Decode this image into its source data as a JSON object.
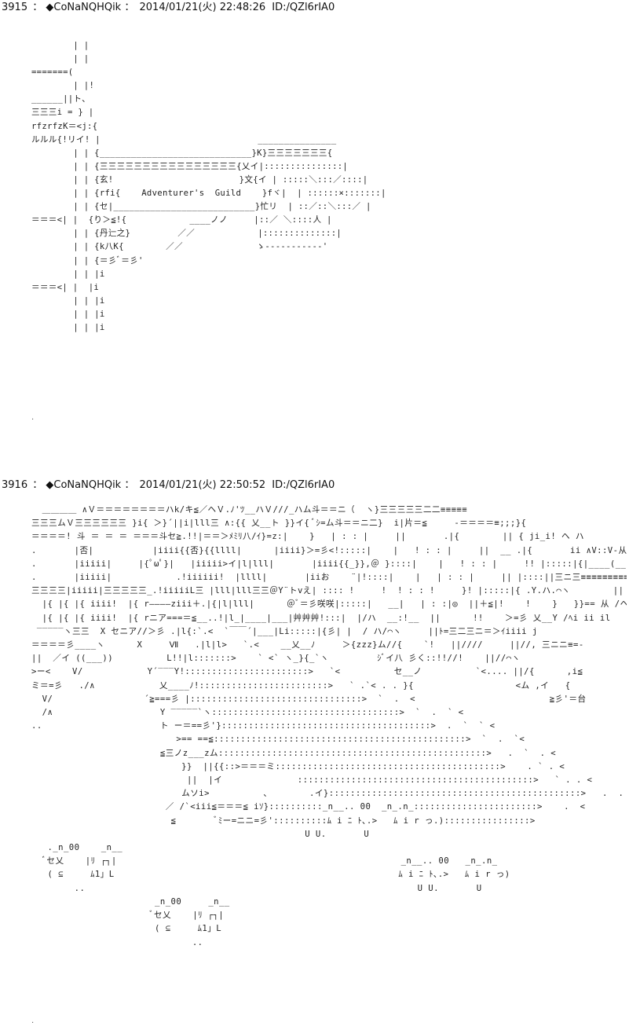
{
  "posts": [
    {
      "number": "3915",
      "separator": "：",
      "name": "◆CoNaNQHQik",
      "datetime": "2014/01/21(火) 22:48:26",
      "id": "ID:/QZl6rIA0",
      "art": "        | |\n        | |\n=======(\n        | |!\n______||ト、\n三三三i = } |\nrfzrfzK＝<j:{\nルルル{!リイ! |                              _______________\n        | | {_____________________________}K}三三三三三三三{\n        | | {三三三三三三三三三三三三三三三三{乂イ|:::::::::::::::|\n        | | {玄!                        }文{イ | :::::＼:::／::::|\n        | | {rfi{    Adventurer's  Guild    }fヾ|  | ::::::×:::::::|\n        | | {セ|___________________________}忙リ  | ::／::＼:::／ |\n＝＝＝<| |  {り＞≦!{            ____ノノ     |::／ ＼::::人 |\n        | | {丹辷之}         ／／            |::::::::::::::|\n        | | {k八K{        ／／              ゝ-----------'\n        | | {＝彡ﾞ＝彡'\n        | | |i\n＝＝＝<| |  |i\n        | | |i\n        | | |i\n        | | |i"
    },
    {
      "number": "3916",
      "separator": "：",
      "name": "◆CoNaNQHQik",
      "datetime": "2014/01/21(火) 22:50:52",
      "id": "ID:/QZl6rIA0",
      "art": "  ＿＿＿＿ ∧Ｖ＝＝＝＝＝＝＝＝ハk/キ≦／ヘＶ.ﾉ'ﾂ__ハＶ///_ハム斗＝＝ニ（  ヽ}三三三三三二二≡≡≡≡≡\n三三三ムＶ三三三三三三 }i{ ＞}´||i|lll三 ∧:{{ 乂__ト }}イ{ ﾞｼ=ム斗＝＝ニ二}  i|片＝≦     -＝＝＝＝≡;;;}{\n＝＝＝＝! 斗 ＝ ＝ ＝ ＝＝＝斗セ≧.!!|＝＝＞ﾒﾐﾘ八/ｲ}=z:|    }   | : : |     ||       .|{        || { ji_i! ヘ ハ\n.       |否|           |iiii{{否}{{llll|      |iiii}＞=彡<!:::::|    |   ! : : |     ||  __ .|{       ii ∧V::V-从 } {::::|\n.       |iiiii|     |{ﾟωﾟ}|   |iiiii>イ|l|lll|       |iiii{{_}},＠ }::::|    |   ! : : |     !! |:::::|{|____(__)::::} |:::|(__)_j\n.       |iiiii|            .!iiiiii!  |llll|       |iiお    ¨|!::::|    |   | : : |     || |::::||三ニ三≡≡≡≡≡≡≡≡≡\n三三三三|iiiii|三三三三三_.!iiiiiL三 |lll|lll三三＠Y¨トvえ| :::: !     !  ! : : !     }! |:::::|{ .Y.ハ.⌒ヽ        ||\n  |{ |{ |{ iiii!  |{ r――――ziii＋.|{|l|lll|      ＠ﾞ＝彡咲咲|:::::|   __|   | : :|◎  ||＋≦|!    !    }   }}== 从 /ヘ\n  |{ |{ |{ iiii!  |{ rニア===＝≦__..!|l_|____|___|艸艸艸!:::|  |/ハ  __:!__  ||      !!    ＞=彡 乂__Y /ﾍi ii il\n ‾‾‾‾‾ヽ三三  X セニア//＞彡 .|l{:`.<  `￣￣´|___|Li:::::|{彡| |  / ハ/⌒ヽ     ||ﾄ=三二三ニ＝＞ｲiiii j\n＝＝＝＝彡____ヽ      X     Ⅶ   .|l|l>   `.<    __乂__ﾉ     ＞{zzz}ム//{    `!   ||////     ||//, 三ニニ≡=-\n||  ／イ ((___))          L!!|l:::::::>    ` <` ヽ_}{_`ヽ         ｼﾞイ八 彡く::!!//!    ||//⌒ヽ\n>ー<    V/            Y´‾‾‾Y!:::::::::::::::::::::::>   `<          セ__ノ          `<.... ||/{      ,i≦\nミ＝=彡   ./∧            乂____ﾉ!::::::::::::::::::::::::>   ` .`< . . }{                   <ム ,イ   {\n  V/                 ´≧===彡 |::::::::::::::::::::::::::::::::>  `  .  <                         ≧彡'＝台\n  /∧                    Y ‾‾‾‾‾`ヽ:::::::::::::::::::::::::::::::::::>  `  .  ` <\n..                      ト ー＝==彡'}:::::::::::::::::::::::::::::::::::::::>  .  `  ` <\n                           >== ==≦:::::::::::::::::::::::::::::::::::::::::::::::>  `  .  `<\n                        ≦三ノz___zム::::::::::::::::::::::::::::::::::::::::::::::::::>   .  `  . <\n                            }}  ||{{::>＝＝＝ミ::::::::::::::::::::::::::::::::::::::::::>    . ` . <\n                             ||  |イ              ::::::::::::::::::::::::::::::::::::::::::::>   ` . . <\n                            ムソi>          、       .イ}:::::::::::::::::::::::::::::::::::::::::::::::>   .  . <\n                         ／ /`<iii≦＝＝＝≦ iｿ}::::::::::_n__.. 00  _n_.n_:::::::::::::::::::::::>    .  <\n                          ≦       ﾞﾐー=ニニ=彡'::::::::::ﾑ i ﾆ ﾄ､.>   ﾑ i r っ.)::::::::::::::::>\n                                                   U U.       U\n   ._n_00    _n__\n  ﾞセ乂    |ﾘ ┌┐|                                                     _n__.. 00   _n_.n_\n   ( ⊆     ﾑ1」L                                                     ﾑ i ﾆ ﾄ､.>   ﾑ i r っ)\n        ..                                                              U U.       U\n                       _n_00     _n__\n                      ﾞセ乂    |ﾘ ┌┐|\n                       ( ⊆     ﾑ1」L\n                              .."
    }
  ]
}
